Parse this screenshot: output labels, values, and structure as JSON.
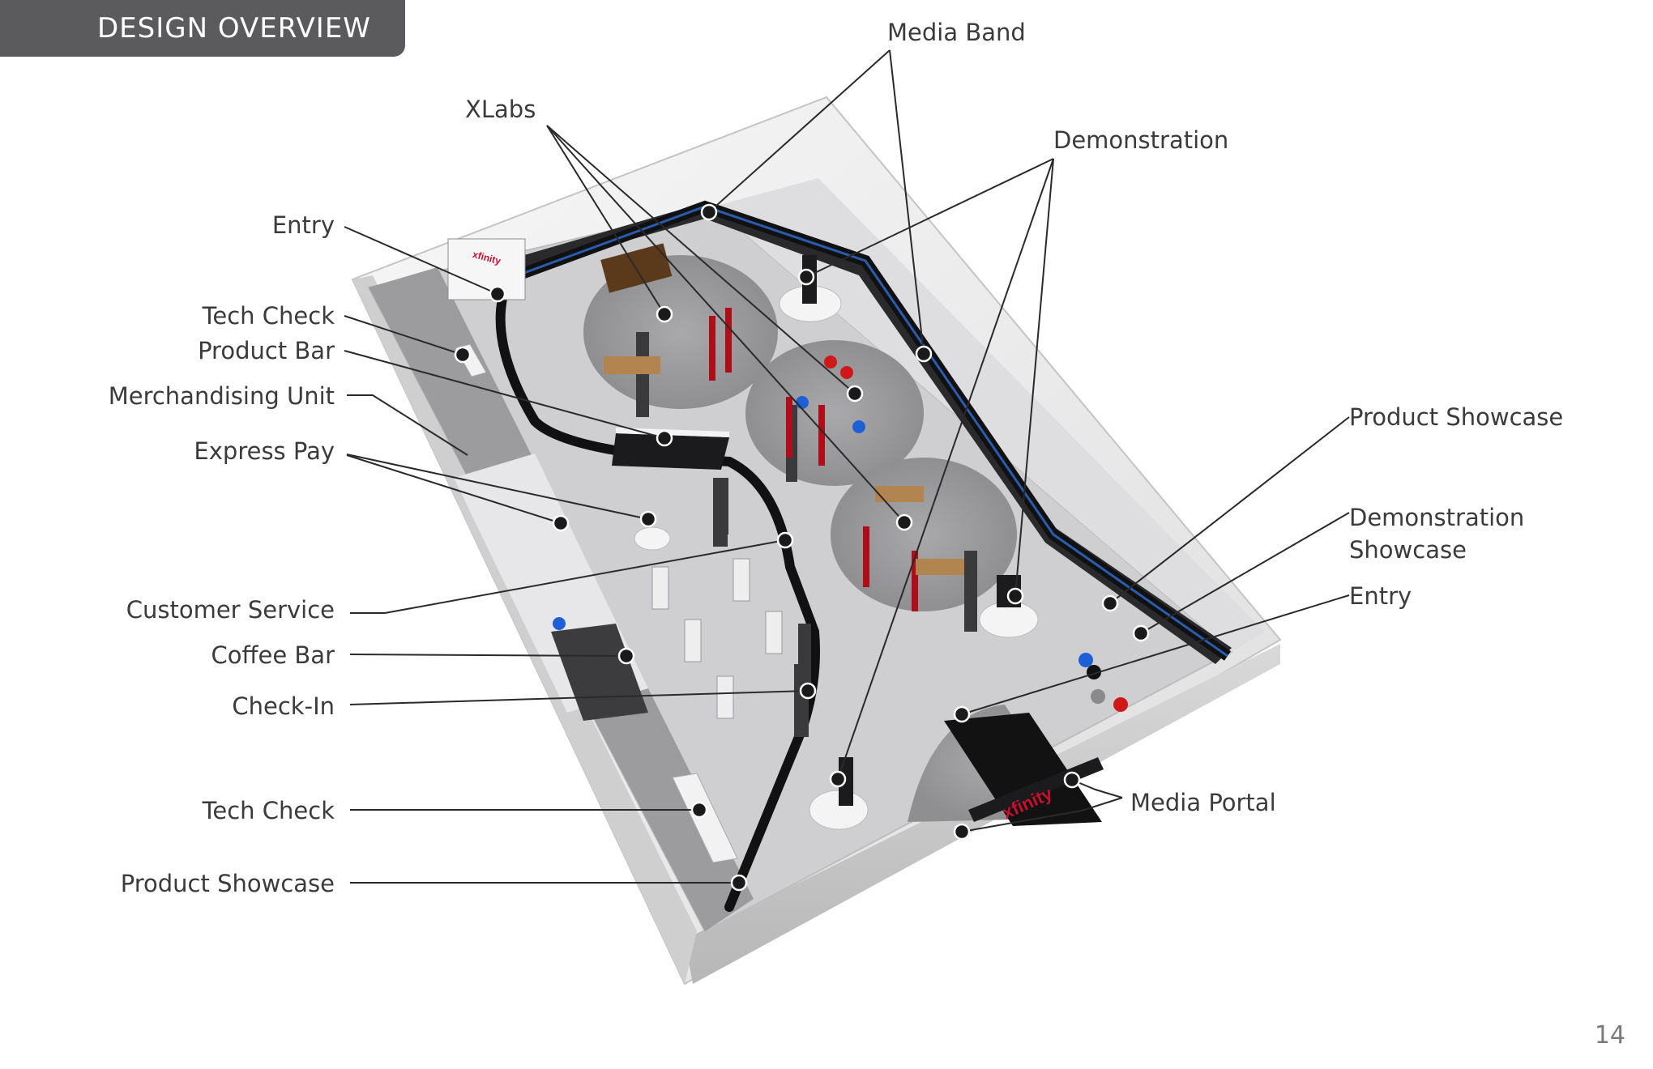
{
  "header": {
    "section_title": "DESIGN OVERVIEW"
  },
  "callouts": {
    "media_band": "Media Band",
    "xlabs": "XLabs",
    "demonstration": "Demonstration",
    "entry_left": "Entry",
    "tech_check_top": "Tech Check",
    "product_bar": "Product Bar",
    "merchandising_unit": "Merchandising Unit",
    "express_pay": "Express Pay",
    "customer_service": "Customer Service",
    "coffee_bar": "Coffee Bar",
    "check_in": "Check-In",
    "tech_check_bottom": "Tech Check",
    "product_showcase_left": "Product Showcase",
    "product_showcase_right": "Product Showcase",
    "demonstration_showcase_line1": "Demonstration",
    "demonstration_showcase_line2": "Showcase",
    "entry_right": "Entry",
    "media_portal": "Media Portal"
  },
  "signage": {
    "brand": "xfinity"
  },
  "footer": {
    "page_number": "14"
  },
  "colors": {
    "tab_background": "#5b5b5d",
    "label_text": "#3b3b3d",
    "floor": "#cfcfd1",
    "wall_outer": "#f1f1f1",
    "media_band": "#111111",
    "band_accent": "#2f6fd6",
    "brand_red": "#c8102e",
    "seat_blue": "#1f5fd6",
    "seat_red": "#d01818"
  }
}
